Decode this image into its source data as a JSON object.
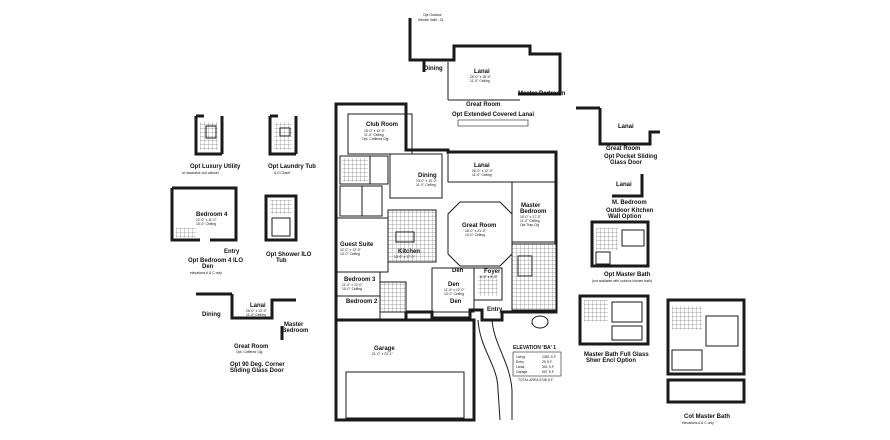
{
  "rooms": {
    "club_room": {
      "label": "Club Room",
      "dim": "15'-0\" x 12'-0\"",
      "ceiling": "11'-0\" Ceiling",
      "note": "Opt. Coffered Clg."
    },
    "dining": {
      "label": "Dining",
      "dim": "13'-0\" x 10'-0\"",
      "ceiling": "11'-0\" Ceiling"
    },
    "lanai": {
      "label": "Lanai",
      "dim": "26'-0\" x 12'-0\"",
      "ceiling": "11'-0\" Ceiling"
    },
    "great_room": {
      "label": "Great Room",
      "dim": "18'-0\" x 21'-0\"",
      "ceiling": "14'-0\" Ceiling"
    },
    "master_bedroom": {
      "label": "Master Bedroom",
      "dim": "15'-0\" x 17'-0\"",
      "ceiling": "11'-0\" Ceiling",
      "note": "Opt Tray Clg"
    },
    "guest_suite": {
      "label": "Guest Suite",
      "dim": "12'-0\" x 12'-0\"",
      "ceiling": "10'-0\" Ceiling"
    },
    "kitchen": {
      "label": "Kitchen",
      "dim": "13'-0\" x 17'-0\"",
      "ceiling": "11'-0\" Ceiling"
    },
    "bedroom3": {
      "label": "Bedroom 3",
      "dim": "11'-0\" x 12'-0\"",
      "ceiling": "10'-0\" Ceiling"
    },
    "bedroom2": {
      "label": "Bedroom 2"
    },
    "den": {
      "label": "Den"
    },
    "den2": {
      "label": "Den",
      "dim": "11'-0\" x 12'-0\"",
      "ceiling": "10'-0\" Ceiling"
    },
    "foyer": {
      "label": "Foyer",
      "dim": "6'-0\" x 8'-0\"",
      "ceiling": "11'-0\" Ceiling"
    },
    "entry": {
      "label": "Entry"
    },
    "garage": {
      "label": "Garage",
      "dim": "21'-0\" x 23'-1\""
    }
  },
  "options": {
    "ext_covered_lanai": {
      "caption": "Opt Extended Covered Lanai",
      "lanai": "Lanai",
      "lanai_dim": "26'-0\" x 18'-0\"",
      "lanai_ceiling": "11'-0\" Ceiling",
      "dining": "Dining",
      "great_room": "Great Room",
      "master_bedroom": "Master Bedroom",
      "top_label": "Opt Outdoor",
      "top_label2": "Kitchen Wall - 01"
    },
    "luxury_utility": {
      "caption1": "Opt Luxury Utility",
      "caption2": "w/ stackable w/d cabinet"
    },
    "laundry_tub": {
      "caption1": "Opt Laundry Tub",
      "caption2": "ILO Closet"
    },
    "bedroom4": {
      "label": "Bedroom 4",
      "dim": "12'-0\" x 11'-0\"",
      "ceiling": "10'-0\" Ceiling",
      "entry": "Entry",
      "caption1": "Opt Bedroom 4 ILO",
      "caption2": "Den",
      "note": "elevations A & C only"
    },
    "shower": {
      "caption1": "Opt Shower ILO",
      "caption2": "Tub"
    },
    "corner_door": {
      "lanai": "Lanai",
      "lanai_dim": "26'-0\" x 12'-0\"",
      "lanai_ceiling": "11'-0\" Ceiling",
      "dining": "Dining",
      "master": "Master",
      "master2": "Bedroom",
      "great_room": "Great Room",
      "great_room_sub": "Opt. Coffered Clg.",
      "caption1": "Opt 90 Deg. Corner",
      "caption2": "Sliding Glass Door"
    },
    "pocket_door": {
      "lanai": "Lanai",
      "great_room": "Great Room",
      "caption1": "Opt Pocket Sliding",
      "caption2": "Glass Door"
    },
    "outdoor_kitchen": {
      "lanai": "Lanai",
      "m_bedroom": "M. Bedroom",
      "caption1": "Outdoor Kitchen",
      "caption2": "Wall Option"
    },
    "master_bath": {
      "caption": "Opt Master Bath",
      "note": "(not available with outdoor kitchen bath)"
    },
    "full_glass": {
      "caption1": "Master Bath Full Glass",
      "caption2": "Shwr Encl Option"
    },
    "cot_master_bath": {
      "caption": "Cot Master Bath",
      "note": "elevations A & C only"
    }
  },
  "elevation_table": {
    "title": "ELEVATION 'BA' 1",
    "rows": [
      {
        "name": "Living",
        "value": "2381 S.F."
      },
      {
        "name": "Entry",
        "value": "25 S.F."
      },
      {
        "name": "Lanai",
        "value": "301 S.F."
      },
      {
        "name": "Garage",
        "value": "507 S.F."
      }
    ],
    "total": "TOTAL AREA 3748 S.F."
  }
}
